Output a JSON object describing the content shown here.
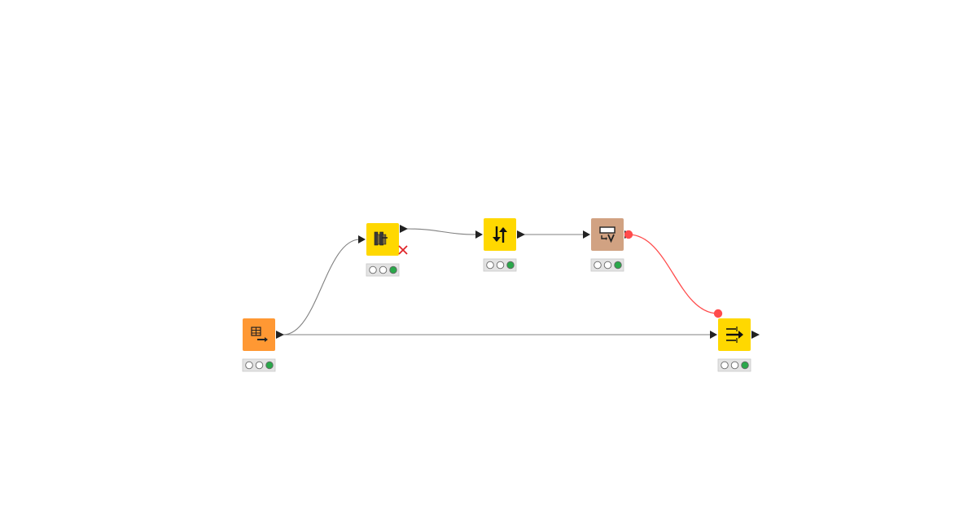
{
  "colors": {
    "canvas_bg": "#ffffff",
    "connection": "#808080",
    "flow_variable_connection": "#ff4b4b",
    "port": "#222222",
    "status_off": "#ffffff",
    "status_executed": "#2aa84a",
    "status_bar_bg": "#e3e3e3",
    "error_mark": "#e0262a"
  },
  "nodes": [
    {
      "id": "node-1",
      "kind": "source",
      "color": "#ff9833",
      "icon": "table-creator-icon",
      "status": [
        "off",
        "off",
        "executed"
      ]
    },
    {
      "id": "node-2",
      "kind": "manipulator",
      "color": "#ffd800",
      "icon": "column-filter-icon",
      "status": [
        "off",
        "off",
        "executed"
      ],
      "has_error_mark": true
    },
    {
      "id": "node-3",
      "kind": "manipulator",
      "color": "#ffd800",
      "icon": "sorter-icon",
      "status": [
        "off",
        "off",
        "executed"
      ]
    },
    {
      "id": "node-4",
      "kind": "flow-control",
      "color": "#d1a282",
      "icon": "table-row-to-variable-icon",
      "status": [
        "off",
        "off",
        "executed"
      ]
    },
    {
      "id": "node-5",
      "kind": "manipulator",
      "color": "#ffd800",
      "icon": "column-appender-icon",
      "status": [
        "off",
        "off",
        "executed"
      ]
    }
  ],
  "connections": [
    {
      "from": "node-1",
      "to": "node-2",
      "type": "data"
    },
    {
      "from": "node-2",
      "to": "node-3",
      "type": "data"
    },
    {
      "from": "node-3",
      "to": "node-4",
      "type": "data"
    },
    {
      "from": "node-1",
      "to": "node-5",
      "type": "data"
    },
    {
      "from": "node-4",
      "to": "node-5",
      "type": "flow-variable"
    }
  ]
}
